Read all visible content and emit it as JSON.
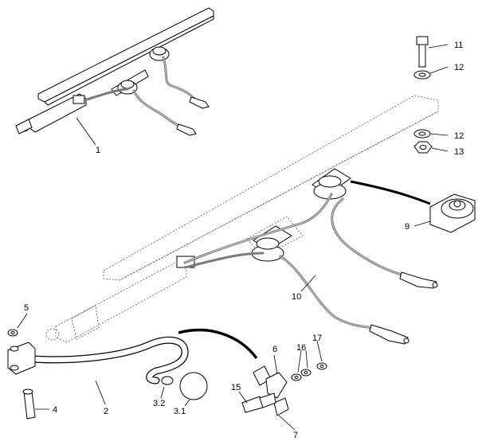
{
  "callouts": [
    "1",
    "2",
    "3.1",
    "3.2",
    "4",
    "5",
    "6",
    "7",
    "9",
    "10",
    "11",
    "12",
    "12",
    "13",
    "15",
    "16",
    "17"
  ],
  "colors": {
    "line": "#000000",
    "cable": "#7a7a7a",
    "ghost": "#555555",
    "background": "#ffffff"
  }
}
